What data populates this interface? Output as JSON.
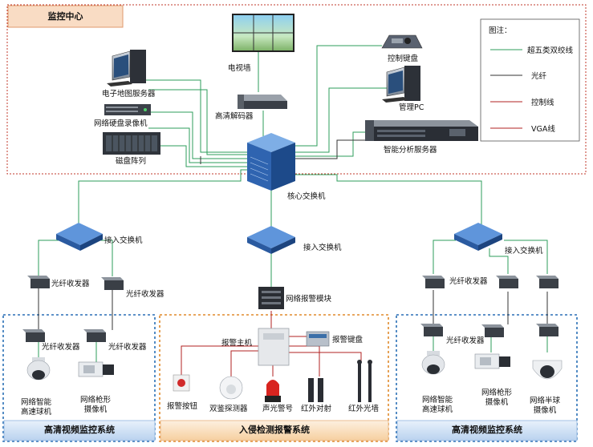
{
  "regions": {
    "control_center": "监控中心",
    "hd_left": "高清视频监控系统",
    "intrusion": "入侵检测报警系统",
    "hd_right": "高清视频监控系统"
  },
  "legend": {
    "title": "图注：",
    "items": [
      {
        "label": "超五类双绞线",
        "color": "#2e9e5b"
      },
      {
        "label": "光纤",
        "color": "#333333"
      },
      {
        "label": "控制线",
        "color": "#b02020"
      },
      {
        "label": "VGA线",
        "color": "#b02020"
      }
    ]
  },
  "labels": {
    "video_wall": "电视墙",
    "control_keyboard": "控制键盘",
    "emap_server": "电子地图服务器",
    "mgmt_pc": "管理PC",
    "hd_decoder": "高清解码器",
    "nvr": "网络硬盘录像机",
    "disk_array": "磁盘阵列",
    "analysis_server": "智能分析服务器",
    "core_switch": "核心交换机",
    "access_switch_left": "接入交换机",
    "access_switch_mid": "接入交换机",
    "access_switch_right": "接入交换机",
    "fiber_l1": "光纤收发器",
    "fiber_l2": "光纤收发器",
    "fiber_l3": "光纤收发器",
    "fiber_l4": "光纤收发器",
    "fiber_r1": "光纤收发器",
    "fiber_r2": "光纤收发器",
    "alarm_module": "网络报警模块",
    "alarm_host": "报警主机",
    "alarm_keypad": "报警键盘",
    "cam_l1": "网络智能\n高速球机",
    "cam_l2": "网络枪形\n摄像机",
    "cam_r1": "网络智能\n高速球机",
    "cam_r2": "网络枪形\n摄像机",
    "cam_r3": "网络半球\n摄像机",
    "alarm_button": "报警按钮",
    "dual_detector": "双鉴探测器",
    "siren": "声光警号",
    "ir_beam": "红外对射",
    "ir_fence": "红外光墙"
  }
}
